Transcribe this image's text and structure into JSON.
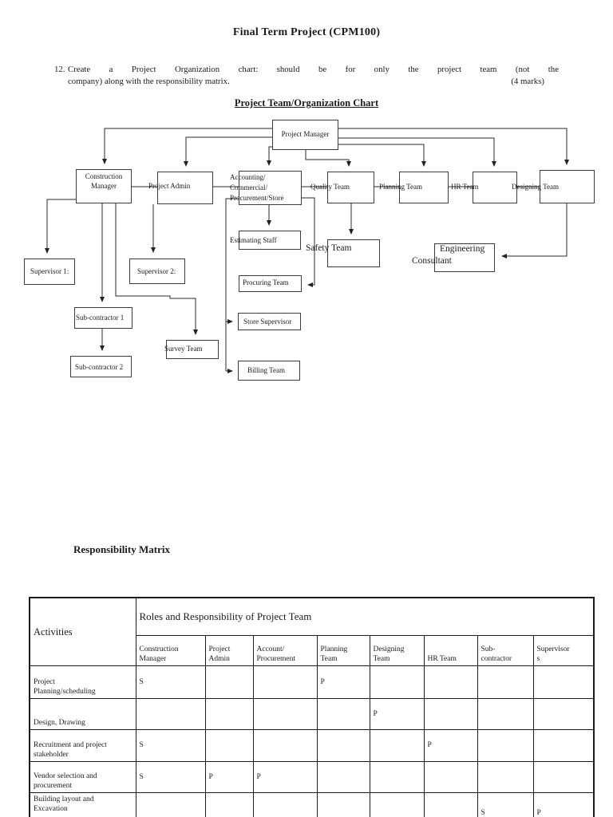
{
  "title": "Final Term Project (CPM100)",
  "question": {
    "number": "12.",
    "line1_words": [
      "Create",
      "a",
      "Project",
      "Organization",
      "chart:",
      "should",
      "be",
      "for",
      "only",
      "the",
      "project",
      "team",
      "(not",
      "the"
    ],
    "line2": "company) along with the responsibility matrix.",
    "marks": "(4 marks)"
  },
  "chart_heading": "Project Team/Organization Chart",
  "matrix_heading": "Responsibility Matrix",
  "orgchart": {
    "nodes": {
      "project_manager": "Project Manager",
      "construction_manager": "Construction\nManager",
      "project_admin": "Project Admin",
      "accounting": "Accounting/\nCommercial/\nProcurement/Store",
      "quality_team": "Quality Team",
      "planning_team": "Planning Team",
      "hr_team": "HR Team",
      "designing_team": "Designing Team",
      "estimating_staff": "Estimating Staff",
      "safety_team": "Safety Team",
      "engineering_line1": "Engineering",
      "engineering_line2": "Consultant",
      "supervisor_1": "Supervisor 1:",
      "supervisor_2": "Supervisor 2:",
      "procuring_team": "Procuring Team",
      "sub_contractor_1": "Sub-contractor 1",
      "store_supervisor": "Store Supervisor",
      "survey_team": "Survey Team",
      "sub_contractor_2": "Sub-contractor 2",
      "billing_team": "Billing Team"
    }
  },
  "matrix": {
    "activities_header": "Activities",
    "span_header": "Roles and Responsibility of Project Team",
    "columns": [
      "Construction\nManager",
      "Project\nAdmin",
      "Account/\nProcurement",
      "Planning\nTeam",
      "Designing\nTeam",
      "HR Team",
      "Sub-\ncontractor",
      "Supervisor\ns"
    ],
    "rows": [
      {
        "activity": "Project\nPlanning/scheduling",
        "cells": [
          "S",
          "",
          "",
          "P",
          "",
          "",
          "",
          ""
        ]
      },
      {
        "activity": "Design, Drawing",
        "cells": [
          "",
          "",
          "",
          "",
          "P",
          "",
          "",
          ""
        ]
      },
      {
        "activity": "Recruitment and project\nstakeholder",
        "cells": [
          "S",
          "",
          "",
          "",
          "",
          "P",
          "",
          ""
        ]
      },
      {
        "activity": "Vendor selection and\nprocurement",
        "cells": [
          "S",
          "P",
          "P",
          "",
          "",
          "",
          "",
          ""
        ]
      },
      {
        "activity": "Building layout and\nExcavation",
        "cells": [
          "",
          "",
          "",
          "",
          "",
          "",
          "S",
          "P"
        ]
      }
    ]
  }
}
